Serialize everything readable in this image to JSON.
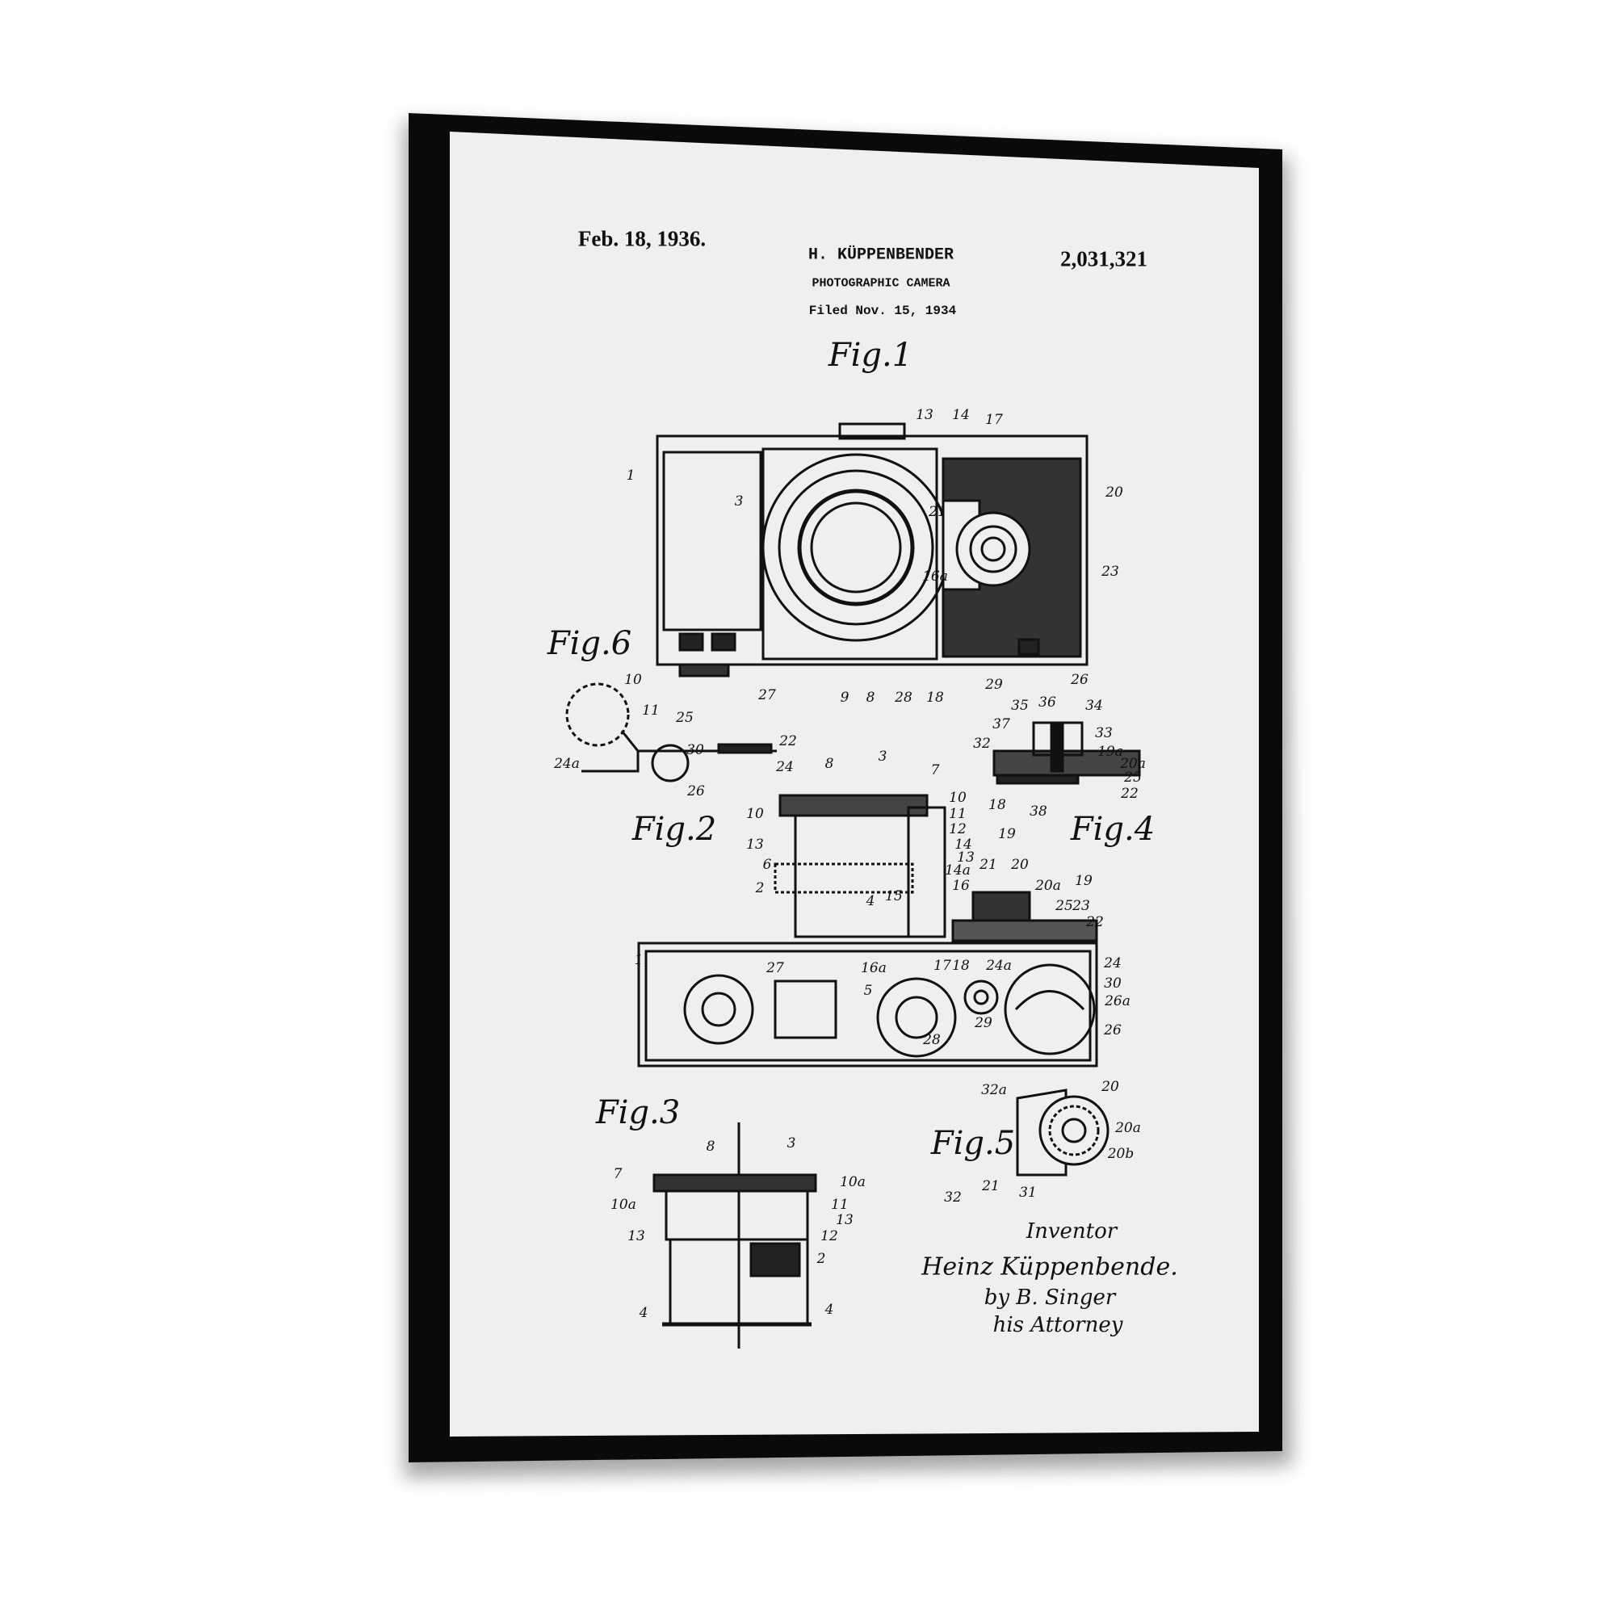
{
  "header": {
    "date": "Feb. 18, 1936.",
    "inventor": "H. KÜPPENBENDER",
    "title": "PHOTOGRAPHIC CAMERA",
    "filed": "Filed Nov. 15, 1934",
    "patent_number": "2,031,321"
  },
  "figures": {
    "fig1": {
      "label": "Fig.1",
      "numerals": [
        "1",
        "3",
        "13",
        "14",
        "17",
        "21",
        "20",
        "23",
        "16a",
        "27",
        "9",
        "8",
        "28",
        "18",
        "29",
        "26"
      ]
    },
    "fig6": {
      "label": "Fig.6",
      "numerals": [
        "10",
        "11",
        "25",
        "30",
        "22",
        "24",
        "24a",
        "26"
      ]
    },
    "fig4": {
      "label": "Fig.4",
      "numerals": [
        "35",
        "36",
        "34",
        "37",
        "32",
        "33",
        "19a",
        "20a",
        "25",
        "22",
        "18",
        "38",
        "19"
      ]
    },
    "fig2": {
      "label": "Fig.2",
      "numerals": [
        "8",
        "3",
        "7",
        "10",
        "10",
        "11",
        "12",
        "14",
        "13",
        "13",
        "14a",
        "6",
        "2",
        "15",
        "4",
        "21",
        "20",
        "16",
        "20a",
        "19",
        "25",
        "23",
        "22",
        "1",
        "27",
        "16a",
        "17",
        "18",
        "24a",
        "24",
        "5",
        "30",
        "26a",
        "26",
        "29",
        "28"
      ]
    },
    "fig3": {
      "label": "Fig.3",
      "numerals": [
        "8",
        "3",
        "7",
        "10a",
        "10a",
        "11",
        "13",
        "12",
        "13",
        "2",
        "4",
        "4"
      ]
    },
    "fig5": {
      "label": "Fig.5",
      "numerals": [
        "32a",
        "20",
        "20a",
        "20b",
        "32",
        "21",
        "31"
      ]
    }
  },
  "signature": {
    "heading": "Inventor",
    "name": "Heinz Küppenbende.",
    "by": "by B. Singer",
    "role": "his Attorney"
  },
  "colors": {
    "frame": "#0a0a0a",
    "canvas": "#efefef",
    "ink": "#111111"
  }
}
